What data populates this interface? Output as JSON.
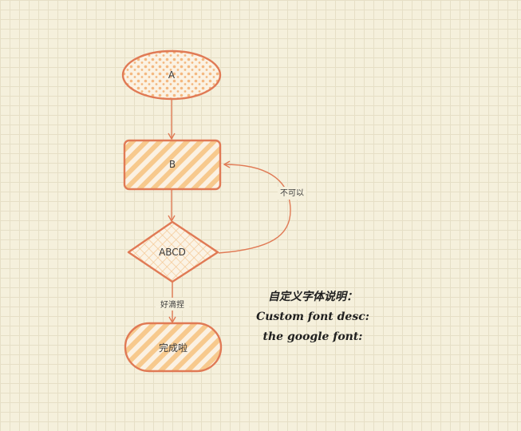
{
  "nodes": {
    "a": {
      "label": "A",
      "shape": "ellipse",
      "fill": "dotted"
    },
    "b": {
      "label": "B",
      "shape": "rectangle",
      "fill": "hatched"
    },
    "abcd": {
      "label": "ABCD",
      "shape": "diamond",
      "fill": "cross-hatched"
    },
    "done": {
      "label": "完成啦",
      "shape": "rounded-rectangle",
      "fill": "hatched"
    }
  },
  "edges": [
    {
      "from": "A",
      "to": "B",
      "label": ""
    },
    {
      "from": "B",
      "to": "ABCD",
      "label": ""
    },
    {
      "from": "ABCD",
      "to": "B",
      "label": "不可以"
    },
    {
      "from": "ABCD",
      "to": "完成啦",
      "label": "好滴捏"
    }
  ],
  "note": {
    "line1": "自定义字体说明：",
    "line2": "Custom font desc:",
    "line3": "the google font:"
  },
  "colors": {
    "background": "#f5f0dc",
    "grid": "#e6dfc6",
    "stroke": "#e07a55",
    "fill": "#f7c98d",
    "text": "#3b3b3b"
  }
}
